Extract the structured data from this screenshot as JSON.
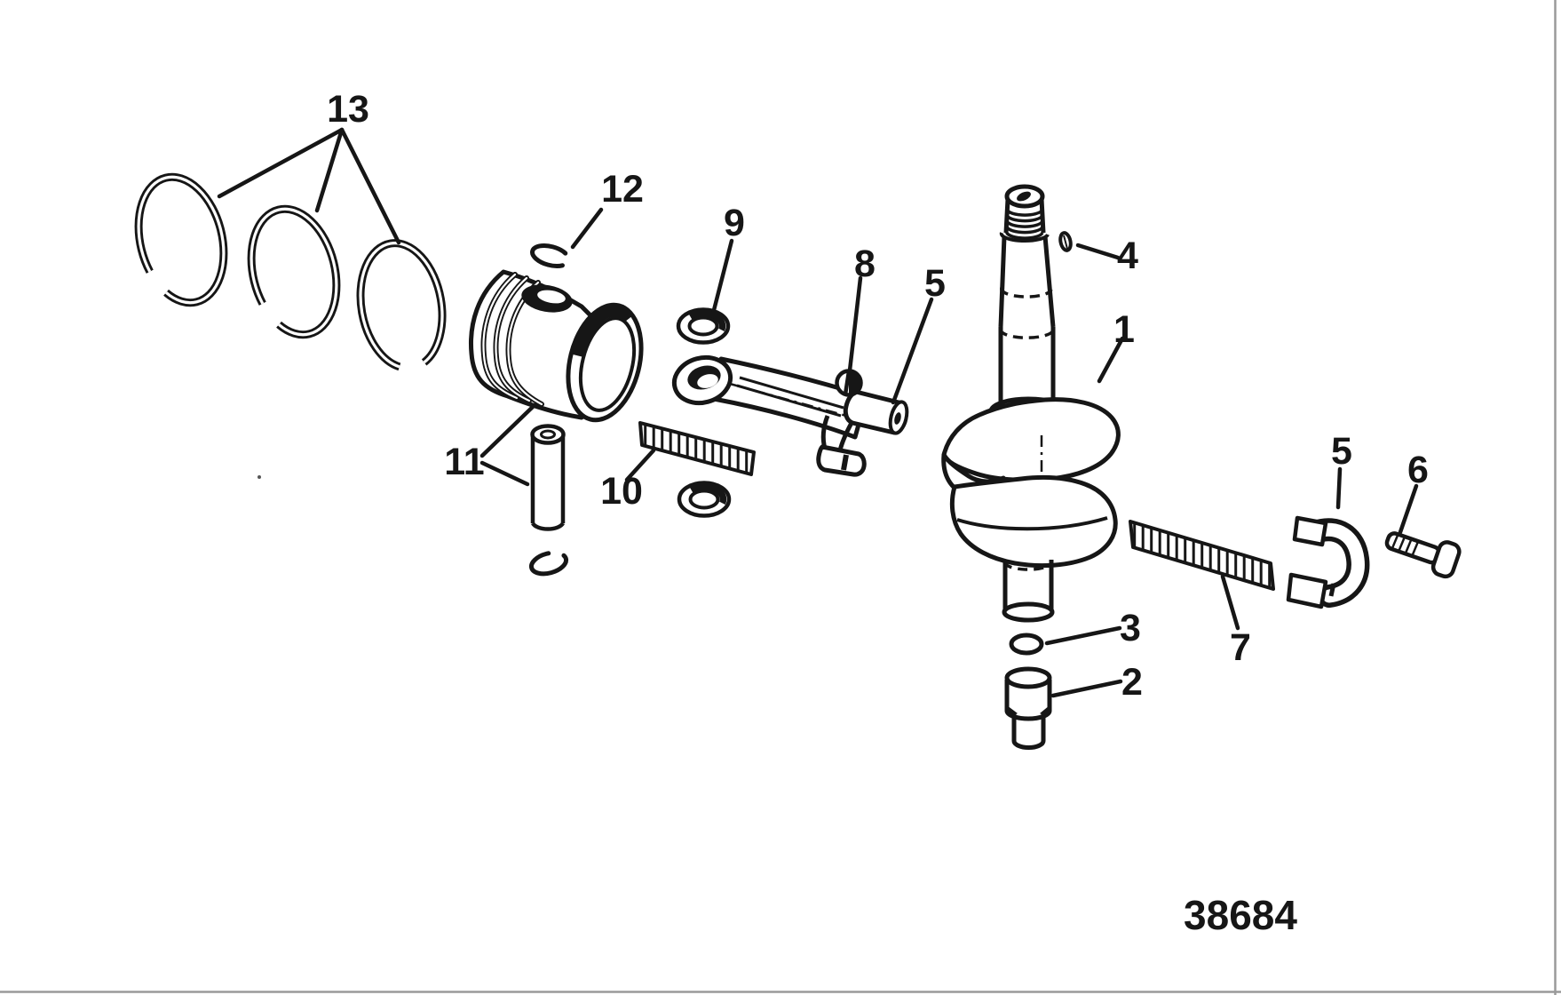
{
  "drawing": {
    "number": "38684"
  },
  "colors": {
    "ink": "#161616",
    "paper": "#ffffff",
    "page_edge": "#9a9a9a"
  },
  "callouts": {
    "rings": {
      "label": "13"
    },
    "lock_ring": {
      "label": "12"
    },
    "washer": {
      "label": "9"
    },
    "screw": {
      "label": "8"
    },
    "rod_cap_front": {
      "label": "5"
    },
    "pin": {
      "label": "4"
    },
    "crankshaft": {
      "label": "1"
    },
    "piston_and_pin": {
      "label": "11"
    },
    "bearing_front": {
      "label": "10"
    },
    "seal": {
      "label": "3"
    },
    "plug": {
      "label": "2"
    },
    "bearing_rear": {
      "label": "7"
    },
    "rod_cap_rear": {
      "label": "5"
    },
    "bolt": {
      "label": "6"
    }
  }
}
